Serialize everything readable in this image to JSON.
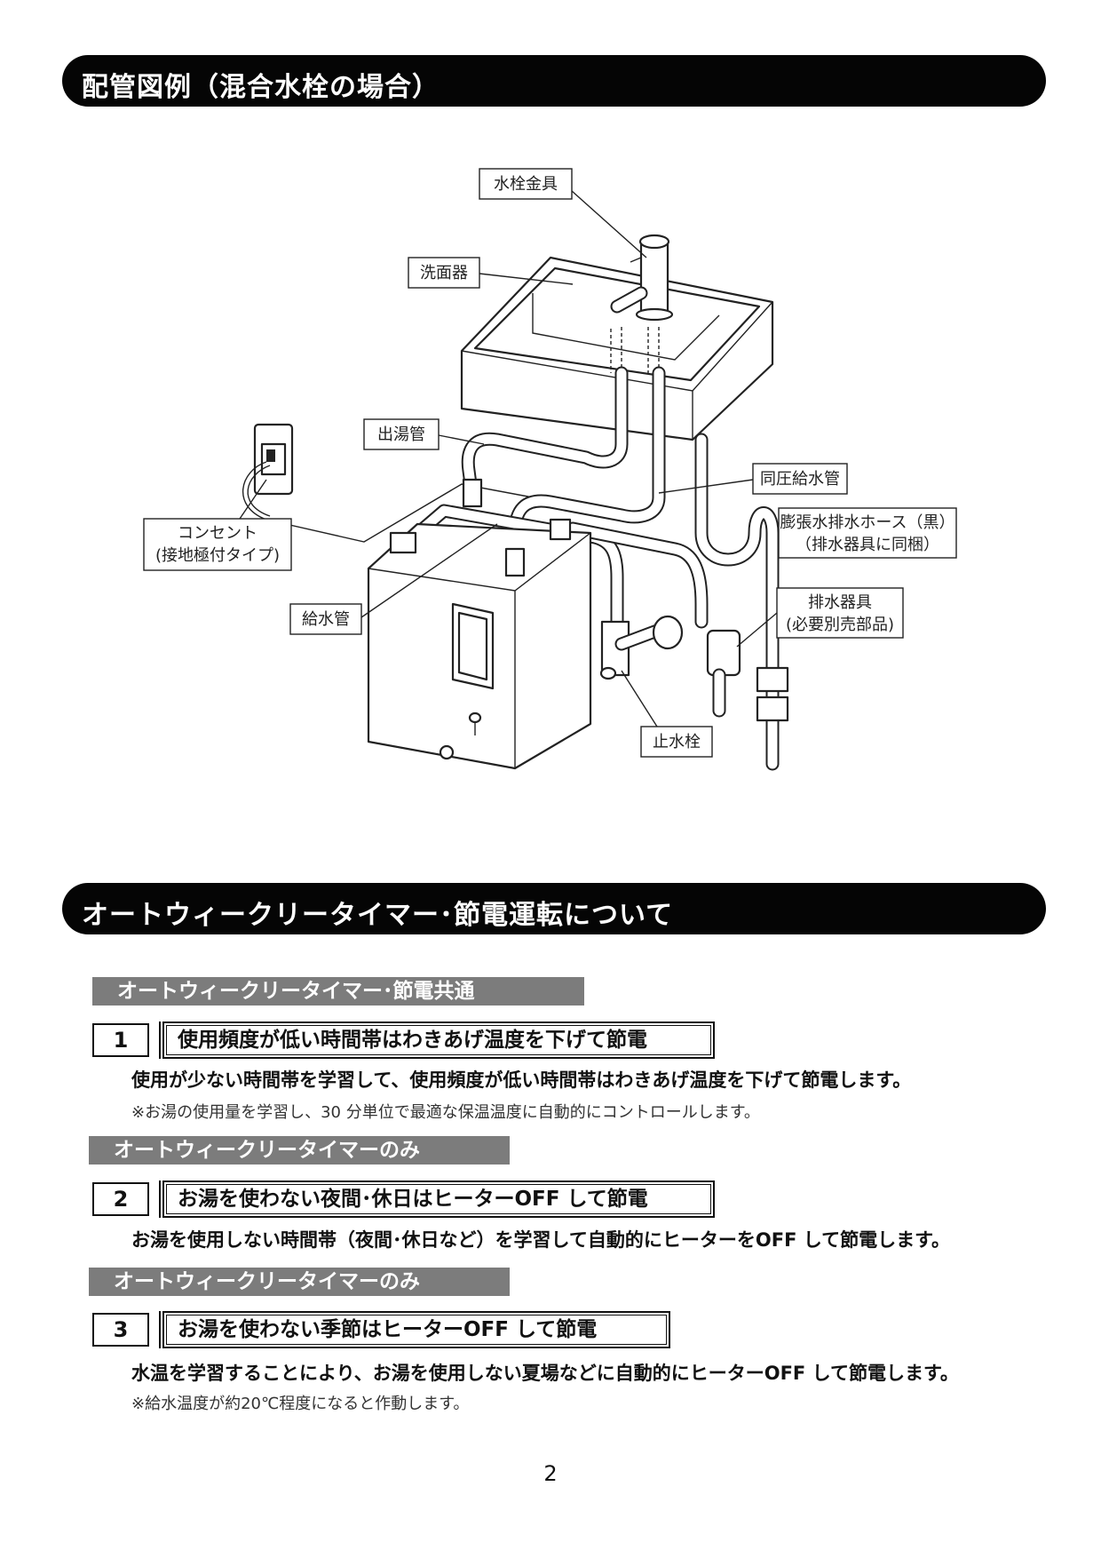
{
  "section1": {
    "title": "配管図例（混合水栓の場合）"
  },
  "diagram": {
    "labels": {
      "faucet": "水栓金具",
      "basin": "洗面器",
      "hot_pipe": "出湯管",
      "same_pressure": "同圧給水管",
      "outlet_1": "コンセント",
      "outlet_2": "(接地極付タイプ)",
      "expansion_1": "膨張水排水ホース（黒）",
      "expansion_2": "（排水器具に同梱）",
      "supply_pipe": "給水管",
      "drain_1": "排水器具",
      "drain_2": "(必要別売部品)",
      "stop_valve": "止水栓"
    }
  },
  "section2": {
    "title": "オートウィークリータイマー･節電運転について"
  },
  "items": [
    {
      "tag": "オートウィークリータイマー･節電共通",
      "number": "1",
      "heading": "使用頻度が低い時間帯はわきあげ温度を下げて節電",
      "desc": "使用が少ない時間帯を学習して、使用頻度が低い時間帯はわきあげ温度を下げて節電します。",
      "note": "※お湯の使用量を学習し、30 分単位で最適な保温温度に自動的にコントロールします。"
    },
    {
      "tag": "オートウィークリータイマーのみ",
      "number": "2",
      "heading": "お湯を使わない夜間･休日はヒーターOFF して節電",
      "desc": "お湯を使用しない時間帯（夜間･休日など）を学習して自動的にヒーターをOFF して節電します。"
    },
    {
      "tag": "オートウィークリータイマーのみ",
      "number": "3",
      "heading": "お湯を使わない季節はヒーターOFF して節電",
      "desc": "水温を学習することにより、お湯を使用しない夏場などに自動的にヒーターOFF して節電します。",
      "note": "※給水温度が約20℃程度になると作動します。"
    }
  ],
  "page_number": "2"
}
